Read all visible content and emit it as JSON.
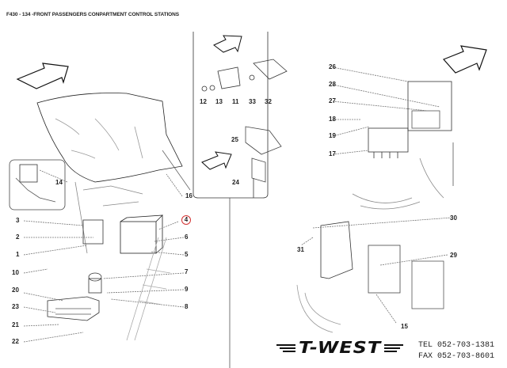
{
  "title": "F430 - 134 -FRONT PASSENGERS CONPARTMENT CONTROL STATIONS",
  "part_labels": {
    "p1": "1",
    "p2": "2",
    "p3": "3",
    "p4": "4",
    "p5": "5",
    "p6": "6",
    "p7": "7",
    "p8": "8",
    "p9": "9",
    "p10": "10",
    "p11": "11",
    "p12": "12",
    "p13": "13",
    "p14": "14",
    "p15": "15",
    "p16": "16",
    "p17": "17",
    "p18": "18",
    "p19": "19",
    "p20": "20",
    "p21": "21",
    "p22": "22",
    "p23": "23",
    "p24": "24",
    "p25": "25",
    "p26": "26",
    "p27": "27",
    "p28": "28",
    "p29": "29",
    "p30": "30",
    "p31": "31",
    "p32": "32",
    "p33": "33"
  },
  "highlighted_part": "4",
  "highlight_color": "#d33333",
  "brand": {
    "name": "T-WEST",
    "tel": "TEL 052-703-1381",
    "fax": "FAX 052-703-8601"
  }
}
